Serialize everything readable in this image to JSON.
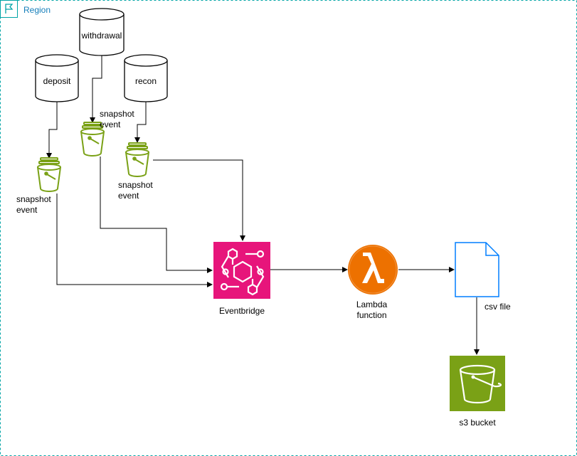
{
  "region": {
    "label": "Region"
  },
  "databases": {
    "deposit": "deposit",
    "withdrawal": "withdrawal",
    "recon": "recon"
  },
  "events": {
    "left": "snapshot event",
    "middle": "snapshot event",
    "right": "snapshot event"
  },
  "services": {
    "eventbridge": "Eventbridge",
    "lambda": "Lambda function",
    "csv": "csv file",
    "s3": "s3 bucket"
  },
  "colors": {
    "region_border": "#00A4A6",
    "region_text": "#147EBA",
    "bucket_green": "#7AA116",
    "eventbridge_pink": "#E7157B",
    "lambda_orange": "#ED7100",
    "csv_blue": "#007FFF",
    "s3_green": "#7AA116"
  },
  "icons": {
    "region": "region-flag-icon",
    "bucket": "s3-bucket-icon",
    "eventbridge": "eventbridge-icon",
    "lambda": "lambda-icon",
    "file": "document-icon",
    "s3": "s3-icon"
  }
}
